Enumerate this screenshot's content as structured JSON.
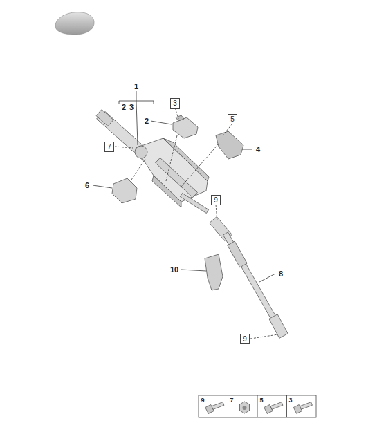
{
  "diagram": {
    "nodes": [
      {
        "text": [
          "3"
        ]
      },
      {
        "text": [
          "5"
        ]
      },
      {
        "text": [
          "7"
        ]
      },
      {
        "text": [
          "9"
        ]
      },
      {
        "text": [
          "9"
        ]
      }
    ],
    "labels": [
      "1",
      "2",
      "3",
      "2",
      "4",
      "6",
      "10",
      "8",
      "9",
      "7",
      "5",
      "3"
    ]
  }
}
